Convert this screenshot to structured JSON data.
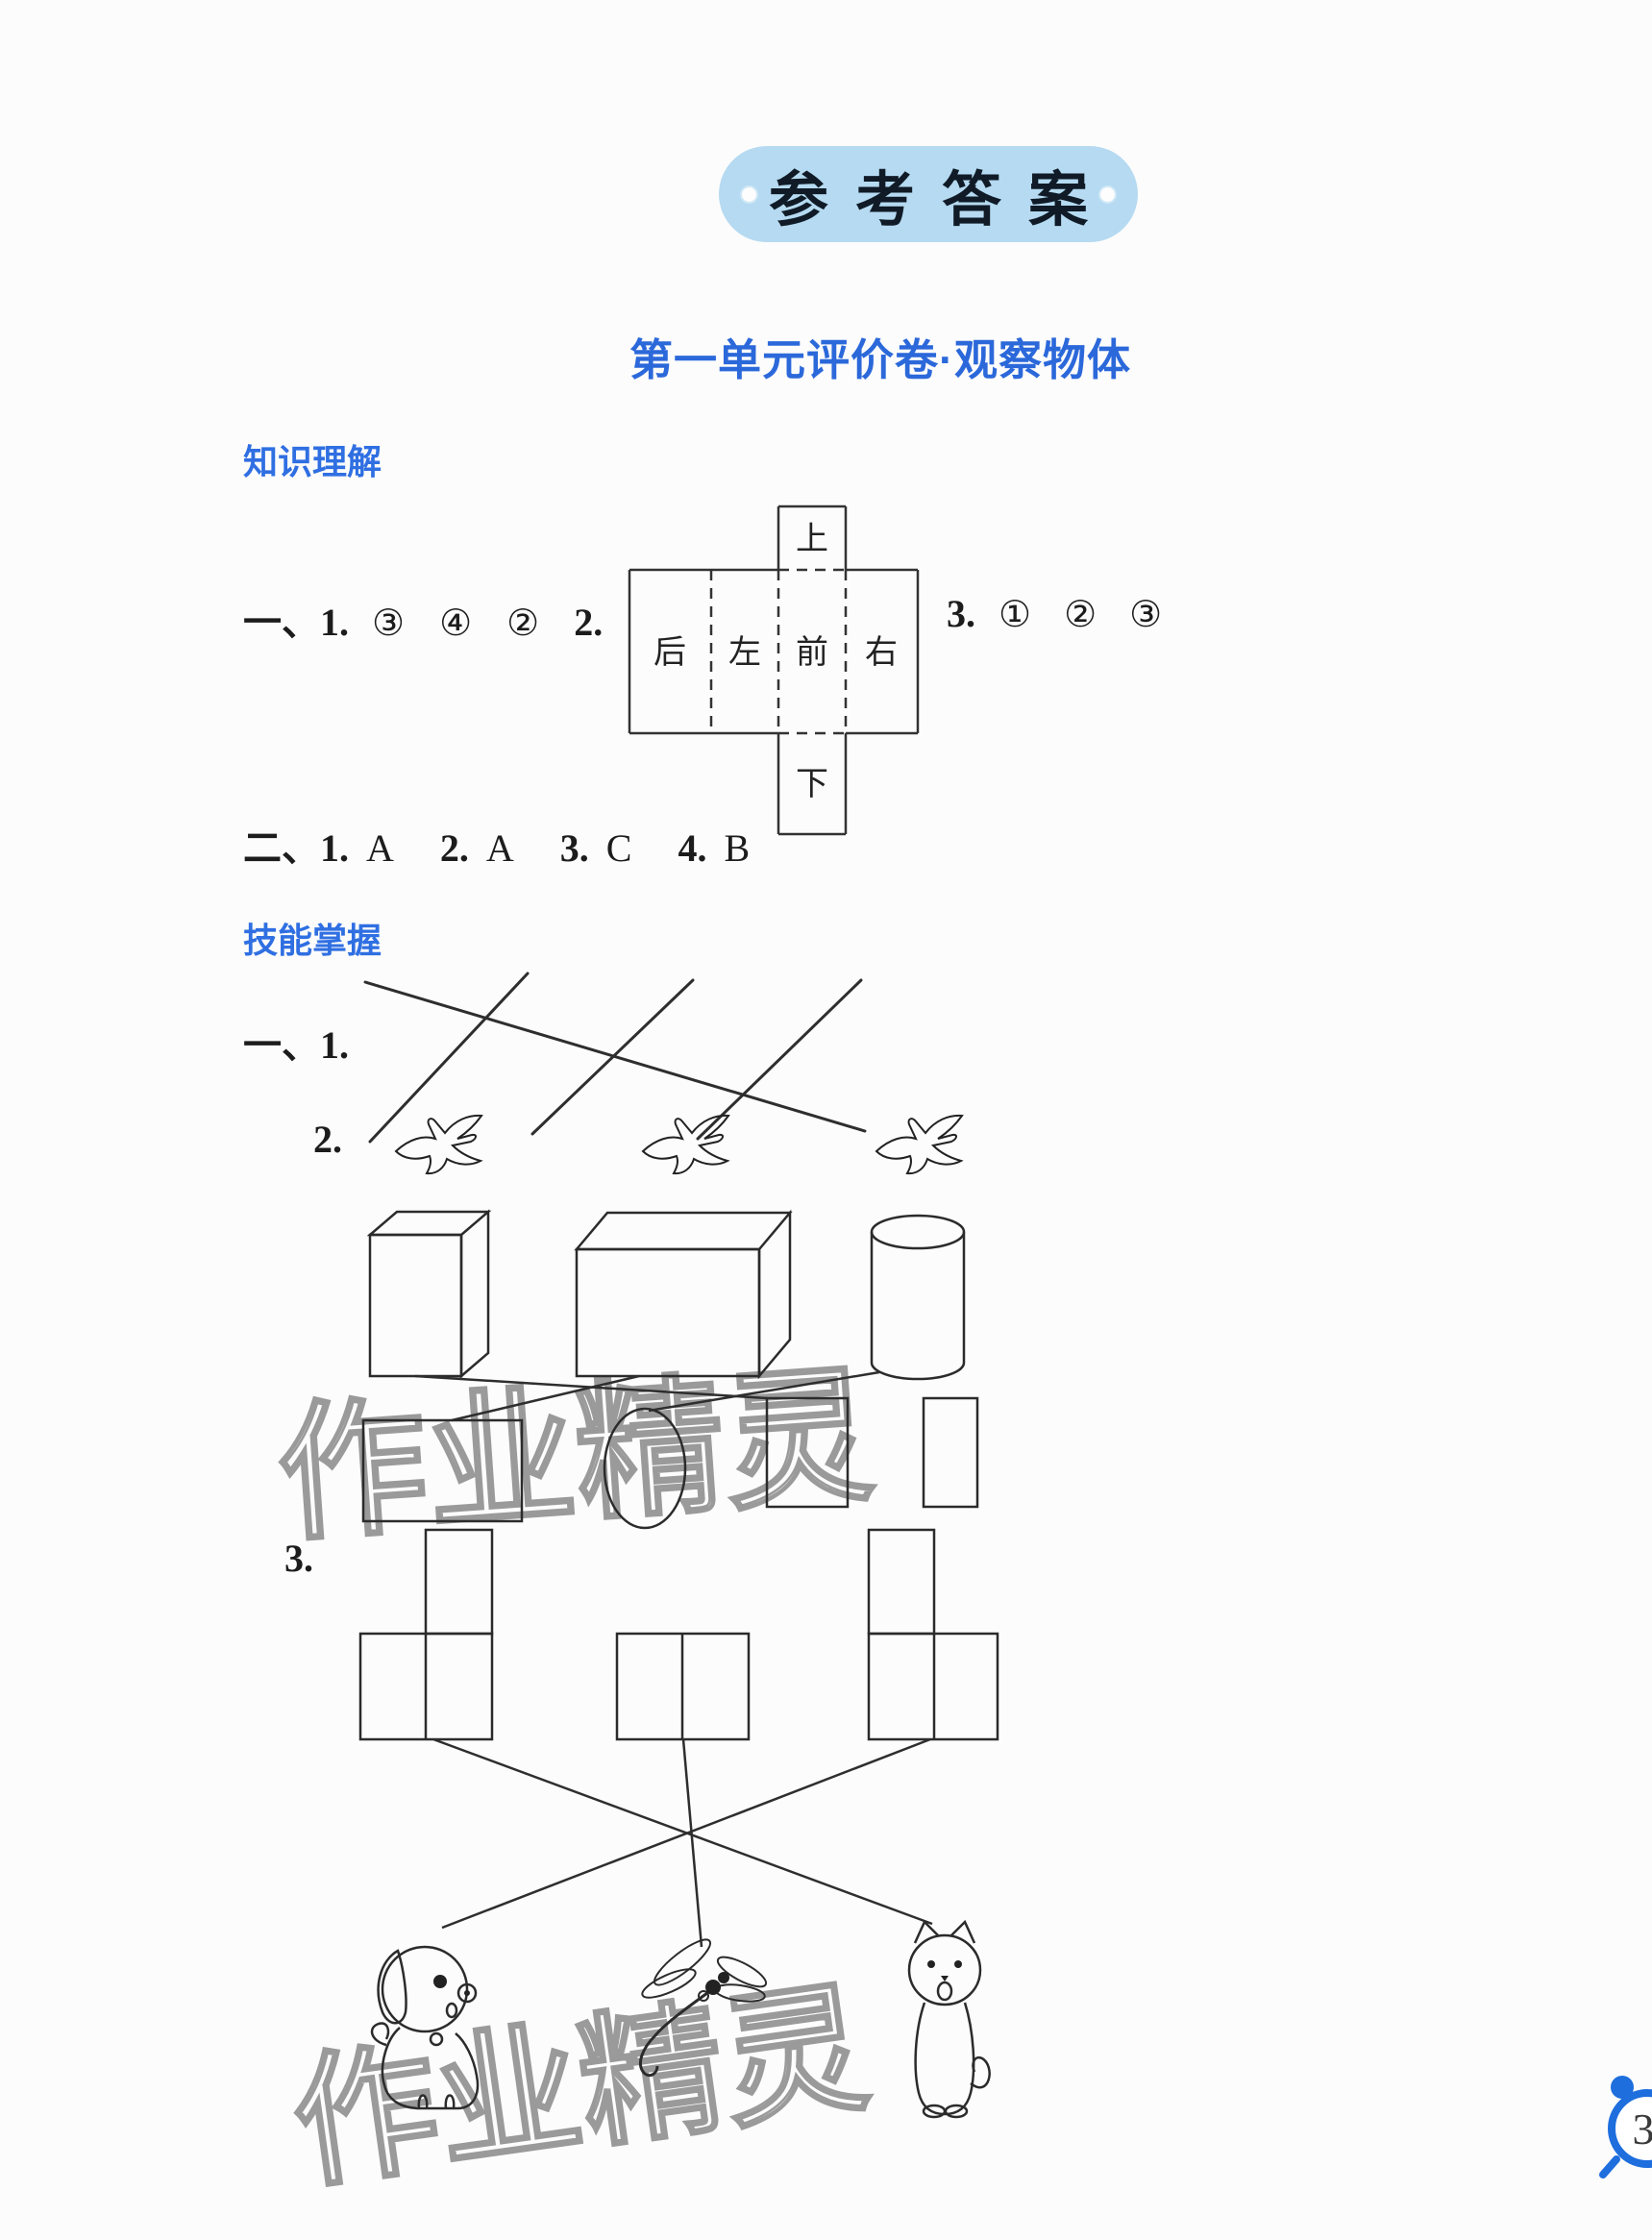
{
  "title": {
    "text": "参考答案"
  },
  "heading": {
    "text": "第一单元评价卷·观察物体"
  },
  "knowledge": {
    "header": "知识理解",
    "row1": {
      "part_label": "一、",
      "q1_num": "1.",
      "q1_a1": "③",
      "q1_a2": "④",
      "q1_a3": "②",
      "q2_num": "2.",
      "q3_num": "3.",
      "q3_a1": "①",
      "q3_a2": "②",
      "q3_a3": "③"
    },
    "net": {
      "top": "上",
      "back": "后",
      "left": "左",
      "front": "前",
      "right": "右",
      "bottom": "下"
    },
    "row2": {
      "part_label": "二、",
      "q1_num": "1.",
      "q1_ans": "A",
      "q2_num": "2.",
      "q2_ans": "A",
      "q3_num": "3.",
      "q3_ans": "C",
      "q4_num": "4.",
      "q4_ans": "B"
    }
  },
  "skill": {
    "header": "技能掌握",
    "q1_label": "一、1.",
    "q2_label": "2.",
    "q3_label": "3."
  },
  "watermark": {
    "text": "作业精灵"
  },
  "badge": {
    "number": "3"
  },
  "colors": {
    "accent_blue": "#2f6fe2",
    "pill_bg": "#b5daf1",
    "badge_blue": "#1e6ede",
    "watermark_gray": "#9a9a9a"
  }
}
